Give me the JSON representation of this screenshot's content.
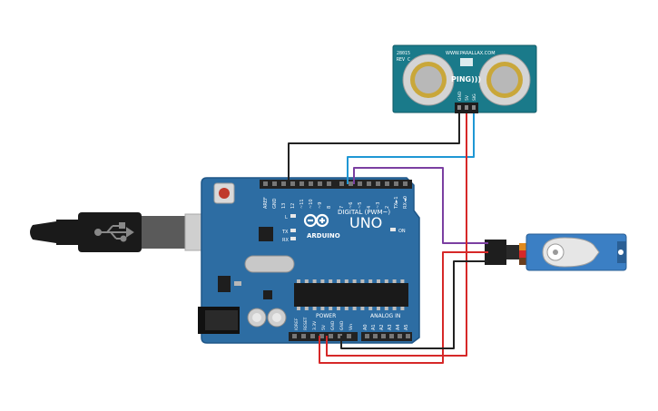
{
  "colors": {
    "board": "#2d6da3",
    "board_dark": "#1f5687",
    "sensor_board": "#1a7a8a",
    "wire_black": "#222222",
    "wire_red": "#d62828",
    "wire_blue": "#1f97d4",
    "wire_purple": "#7b3fa1",
    "servo_body": "#3b7fc4",
    "usb_gray": "#cfcfcf",
    "usb_black": "#1a1a1a"
  },
  "arduino": {
    "model": "UNO",
    "brand": "ARDUINO",
    "digital_label": "DIGITAL (PWM~)",
    "power_label": "POWER",
    "analog_label": "ANALOG IN",
    "on_label": "ON",
    "tx_label": "TX",
    "rx_label": "RX",
    "l_label": "L",
    "digital_pins": [
      "AREF",
      "GND",
      "13",
      "12",
      "~11",
      "~10",
      "~9",
      "8",
      "7",
      "~6",
      "~5",
      "4",
      "~3",
      "2",
      "TX►1",
      "RX◄0"
    ],
    "power_pins": [
      "IOREF",
      "RESET",
      "3.3V",
      "5V",
      "GND",
      "GND",
      "Vin"
    ],
    "analog_pins": [
      "A0",
      "A1",
      "A2",
      "A3",
      "A4",
      "A5"
    ]
  },
  "sensor": {
    "model_line1": "28015",
    "model_line2": "REV C",
    "url": "WWW.PARALLAX.COM",
    "name": "PING)))",
    "pins": [
      "GND",
      "5V",
      "SIG"
    ]
  },
  "icons": {
    "usb": "usb-icon",
    "arduino_logo": "infinity-logo-icon"
  }
}
